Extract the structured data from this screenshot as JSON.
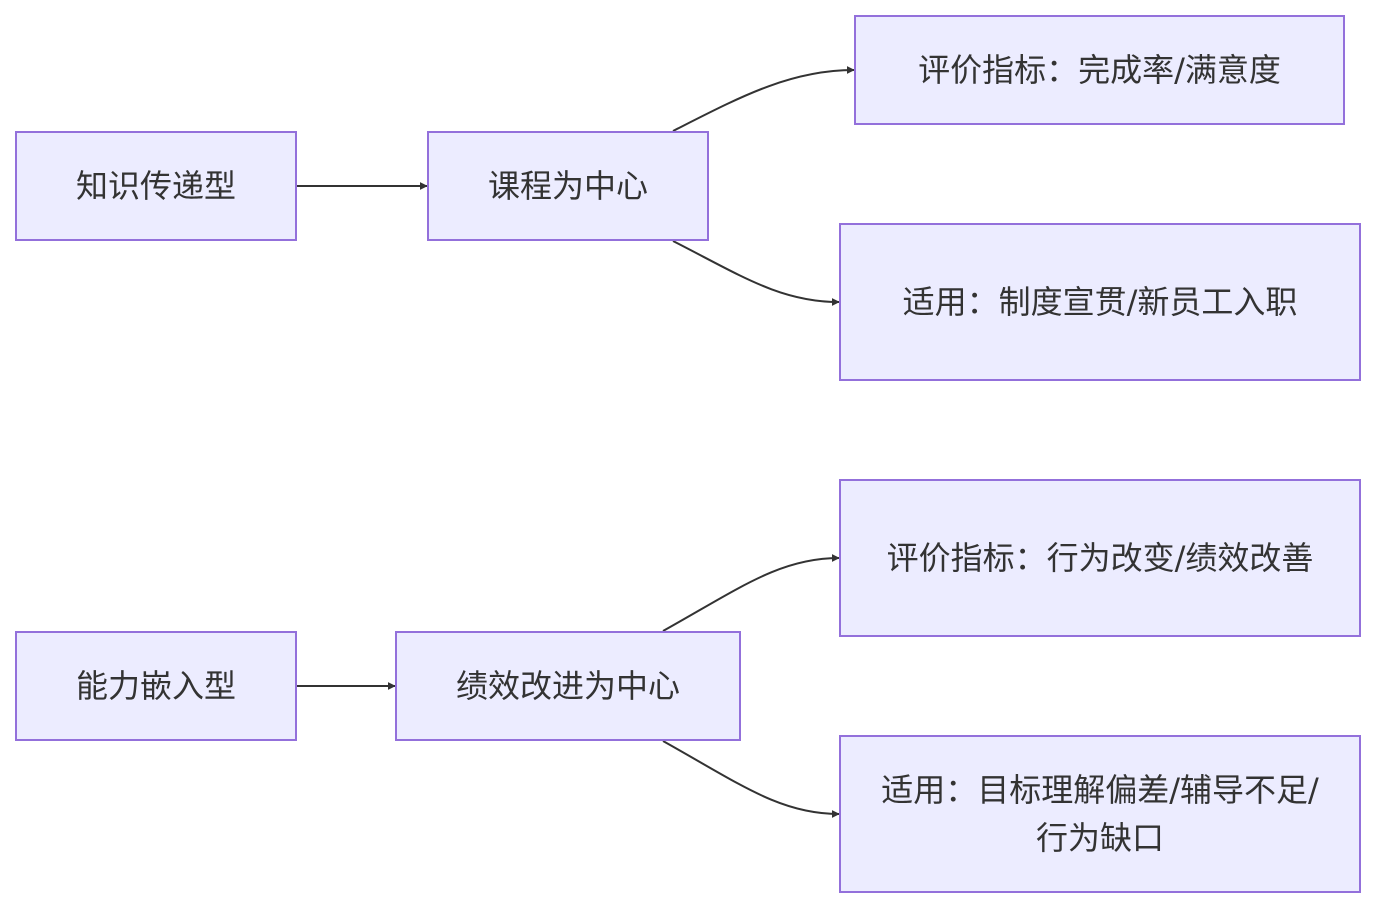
{
  "nodes": {
    "knowledge": "知识传递型",
    "course": "课程为中心",
    "eval1": "评价指标：完成率/满意度",
    "apply1": "适用：制度宣贯/新员工入职",
    "ability": "能力嵌入型",
    "performance": "绩效改进为中心",
    "eval2": "评价指标：行为改变/绩效改善",
    "apply2": "适用：目标理解偏差/辅导不足/行为缺口"
  },
  "colors": {
    "node_fill": "#ECECFF",
    "node_border": "#9370DB",
    "edge": "#333333",
    "text": "#333333"
  },
  "edges": [
    [
      "knowledge",
      "course"
    ],
    [
      "course",
      "eval1"
    ],
    [
      "course",
      "apply1"
    ],
    [
      "ability",
      "performance"
    ],
    [
      "performance",
      "eval2"
    ],
    [
      "performance",
      "apply2"
    ]
  ]
}
